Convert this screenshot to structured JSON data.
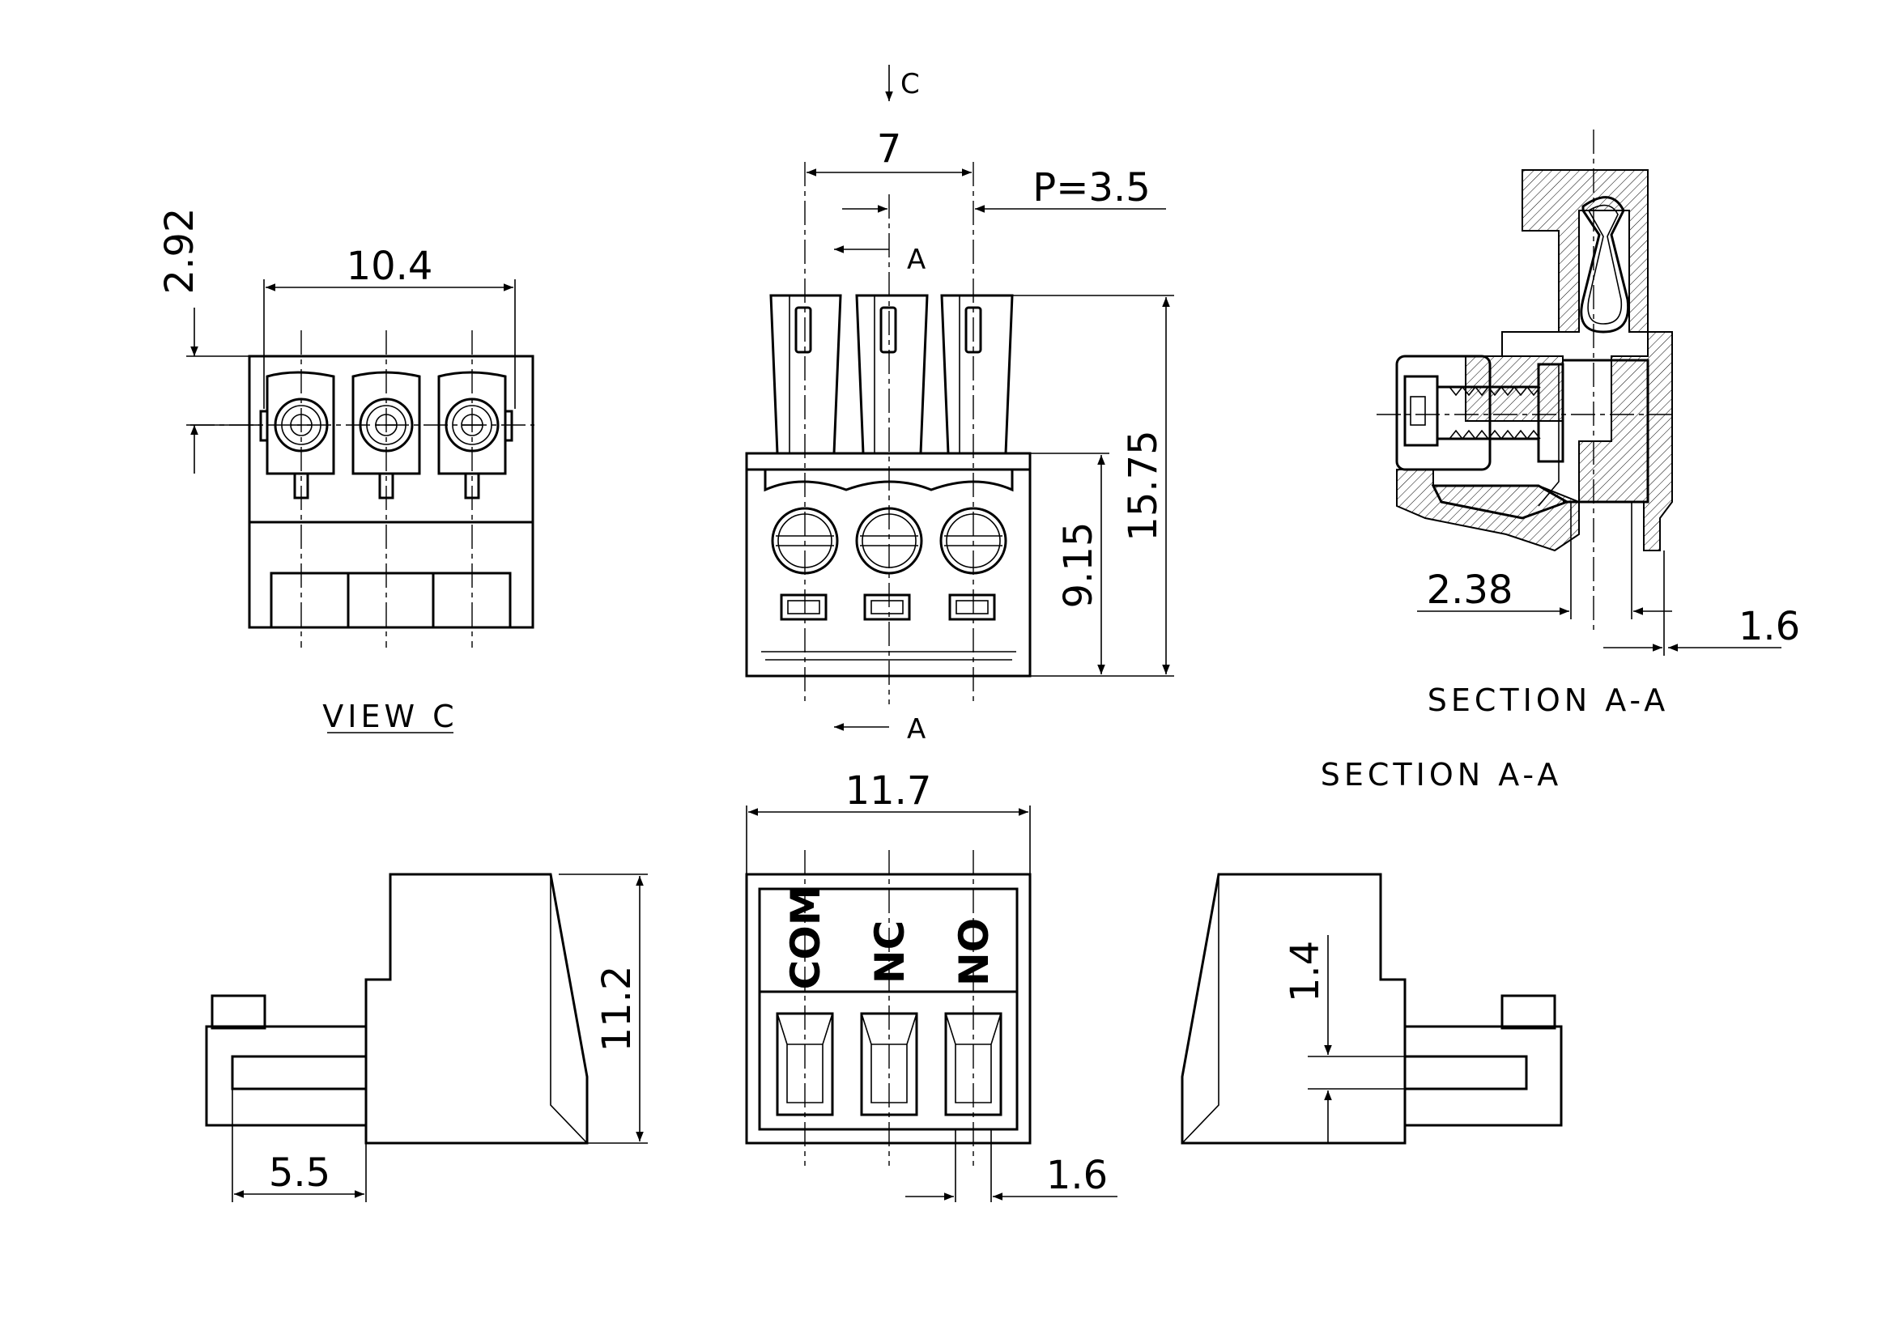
{
  "view_c": {
    "title": "VIEW C",
    "dim_width": "10.4",
    "dim_height": "2.92"
  },
  "front_view": {
    "arrow_c": "C",
    "dim_span": "7",
    "dim_pitch": "P=3.5",
    "section_top": "A",
    "section_bottom": "A",
    "dim_body": "9.15",
    "dim_overall": "15.75"
  },
  "section_view": {
    "title": "SECTION A-A",
    "subtitle": "SECTION A-A",
    "dim_a": "2.38",
    "dim_b": "1.6"
  },
  "bottom_views": {
    "dim_width": "11.7",
    "dim_height": "11.2",
    "dim_left": "5.5",
    "dim_pin": "1.6",
    "dim_right": "1.4",
    "terminals": [
      "COM",
      "NC",
      "NO"
    ]
  }
}
